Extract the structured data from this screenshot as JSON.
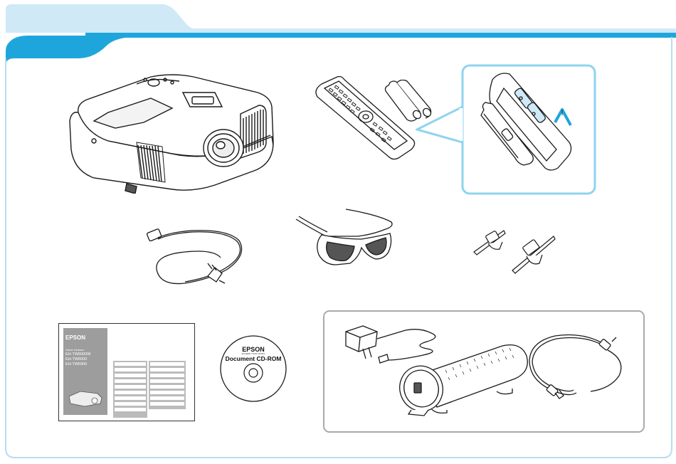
{
  "header": {
    "tab_color": "#cfe9f6",
    "bar_color": "#1ea6dc",
    "body_border_color": "#b9dcee"
  },
  "items": {
    "projector": {
      "icon": "projector-icon"
    },
    "remote": {
      "icon": "remote-control-icon"
    },
    "batteries": {
      "icon": "aa-batteries-icon"
    },
    "battery_inset": {
      "icon": "battery-insertion-icon",
      "border_color": "#8fd3f0"
    },
    "power_cord": {
      "icon": "power-cord-icon"
    },
    "glasses": {
      "icon": "3d-glasses-icon"
    },
    "cable_ties": {
      "icon": "cable-tie-icon"
    },
    "manual": {
      "icon": "manual-booklet-icon",
      "brand": "EPSON",
      "subtitle": "Home Cinema",
      "models": [
        "EH-TW6000W",
        "EH-TW6000",
        "EH-TW5900"
      ]
    },
    "cd": {
      "icon": "cd-rom-icon",
      "brand": "EPSON",
      "tagline": "EXCEED YOUR VISION",
      "label": "Document CD-ROM"
    },
    "wireless_kit": {
      "border_color": "#aaaaaa",
      "adapter_icon": "ac-adapter-icon",
      "transmitter_icon": "wireless-transmitter-icon",
      "hdmi_icon": "hdmi-cable-icon"
    }
  }
}
